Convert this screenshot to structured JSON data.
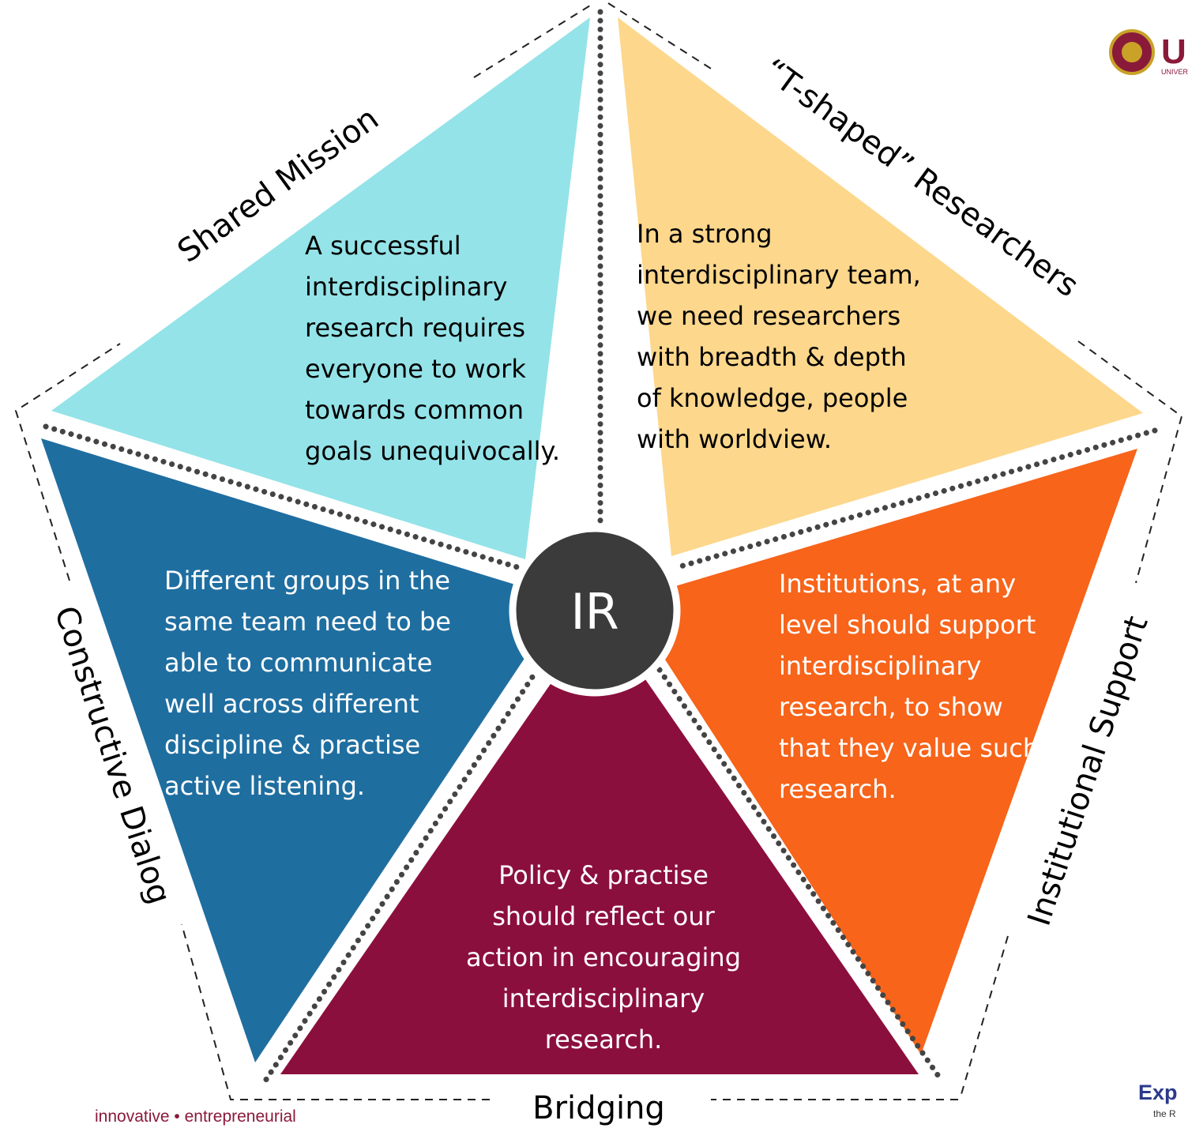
{
  "center": {
    "label": "IR",
    "fill": "#3b3b3b"
  },
  "segments": [
    {
      "id": "shared-mission",
      "title": "Shared Mission",
      "fill": "#94e3e8",
      "text_color": "#000000",
      "body": [
        "A successful",
        "interdisciplinary",
        "research requires",
        "everyone to work",
        "towards common",
        "goals unequivocally."
      ]
    },
    {
      "id": "t-shaped-researchers",
      "title": "“T-shaped” Researchers",
      "fill": "#fdd78c",
      "text_color": "#000000",
      "body": [
        "In a strong",
        "interdisciplinary team,",
        "we need researchers",
        "with breadth & depth",
        "of knowledge, people",
        "with worldview."
      ]
    },
    {
      "id": "institutional-support",
      "title": "Institutional Support",
      "fill": "#f7641a",
      "text_color": "#ffffff",
      "body": [
        "Institutions, at any",
        "level should support",
        "interdisciplinary",
        "research, to show",
        "that they value such",
        "research."
      ]
    },
    {
      "id": "bridging",
      "title": "Bridging",
      "fill": "#8b0f3d",
      "text_color": "#ffffff",
      "body": [
        "Policy & practise",
        "should reflect our",
        "action in encouraging",
        "interdisciplinary",
        "research."
      ]
    },
    {
      "id": "constructive-dialog",
      "title": "Constructive Dialog",
      "fill": "#1f6ea0",
      "text_color": "#ffffff",
      "body": [
        "Different groups in the",
        "same team need to be",
        "able to communicate",
        "well across different",
        "discipline & practise",
        "active listening."
      ]
    }
  ],
  "footer": {
    "tagline": "innovative • entrepreneurial",
    "corner_text": "Exp",
    "corner_subtext": "the R"
  },
  "logo": {
    "text": "U",
    "subtext": "UNIVER"
  },
  "colors": {
    "brand": "#8a1a3a",
    "dots": "#444444",
    "dashes": "#222222"
  }
}
